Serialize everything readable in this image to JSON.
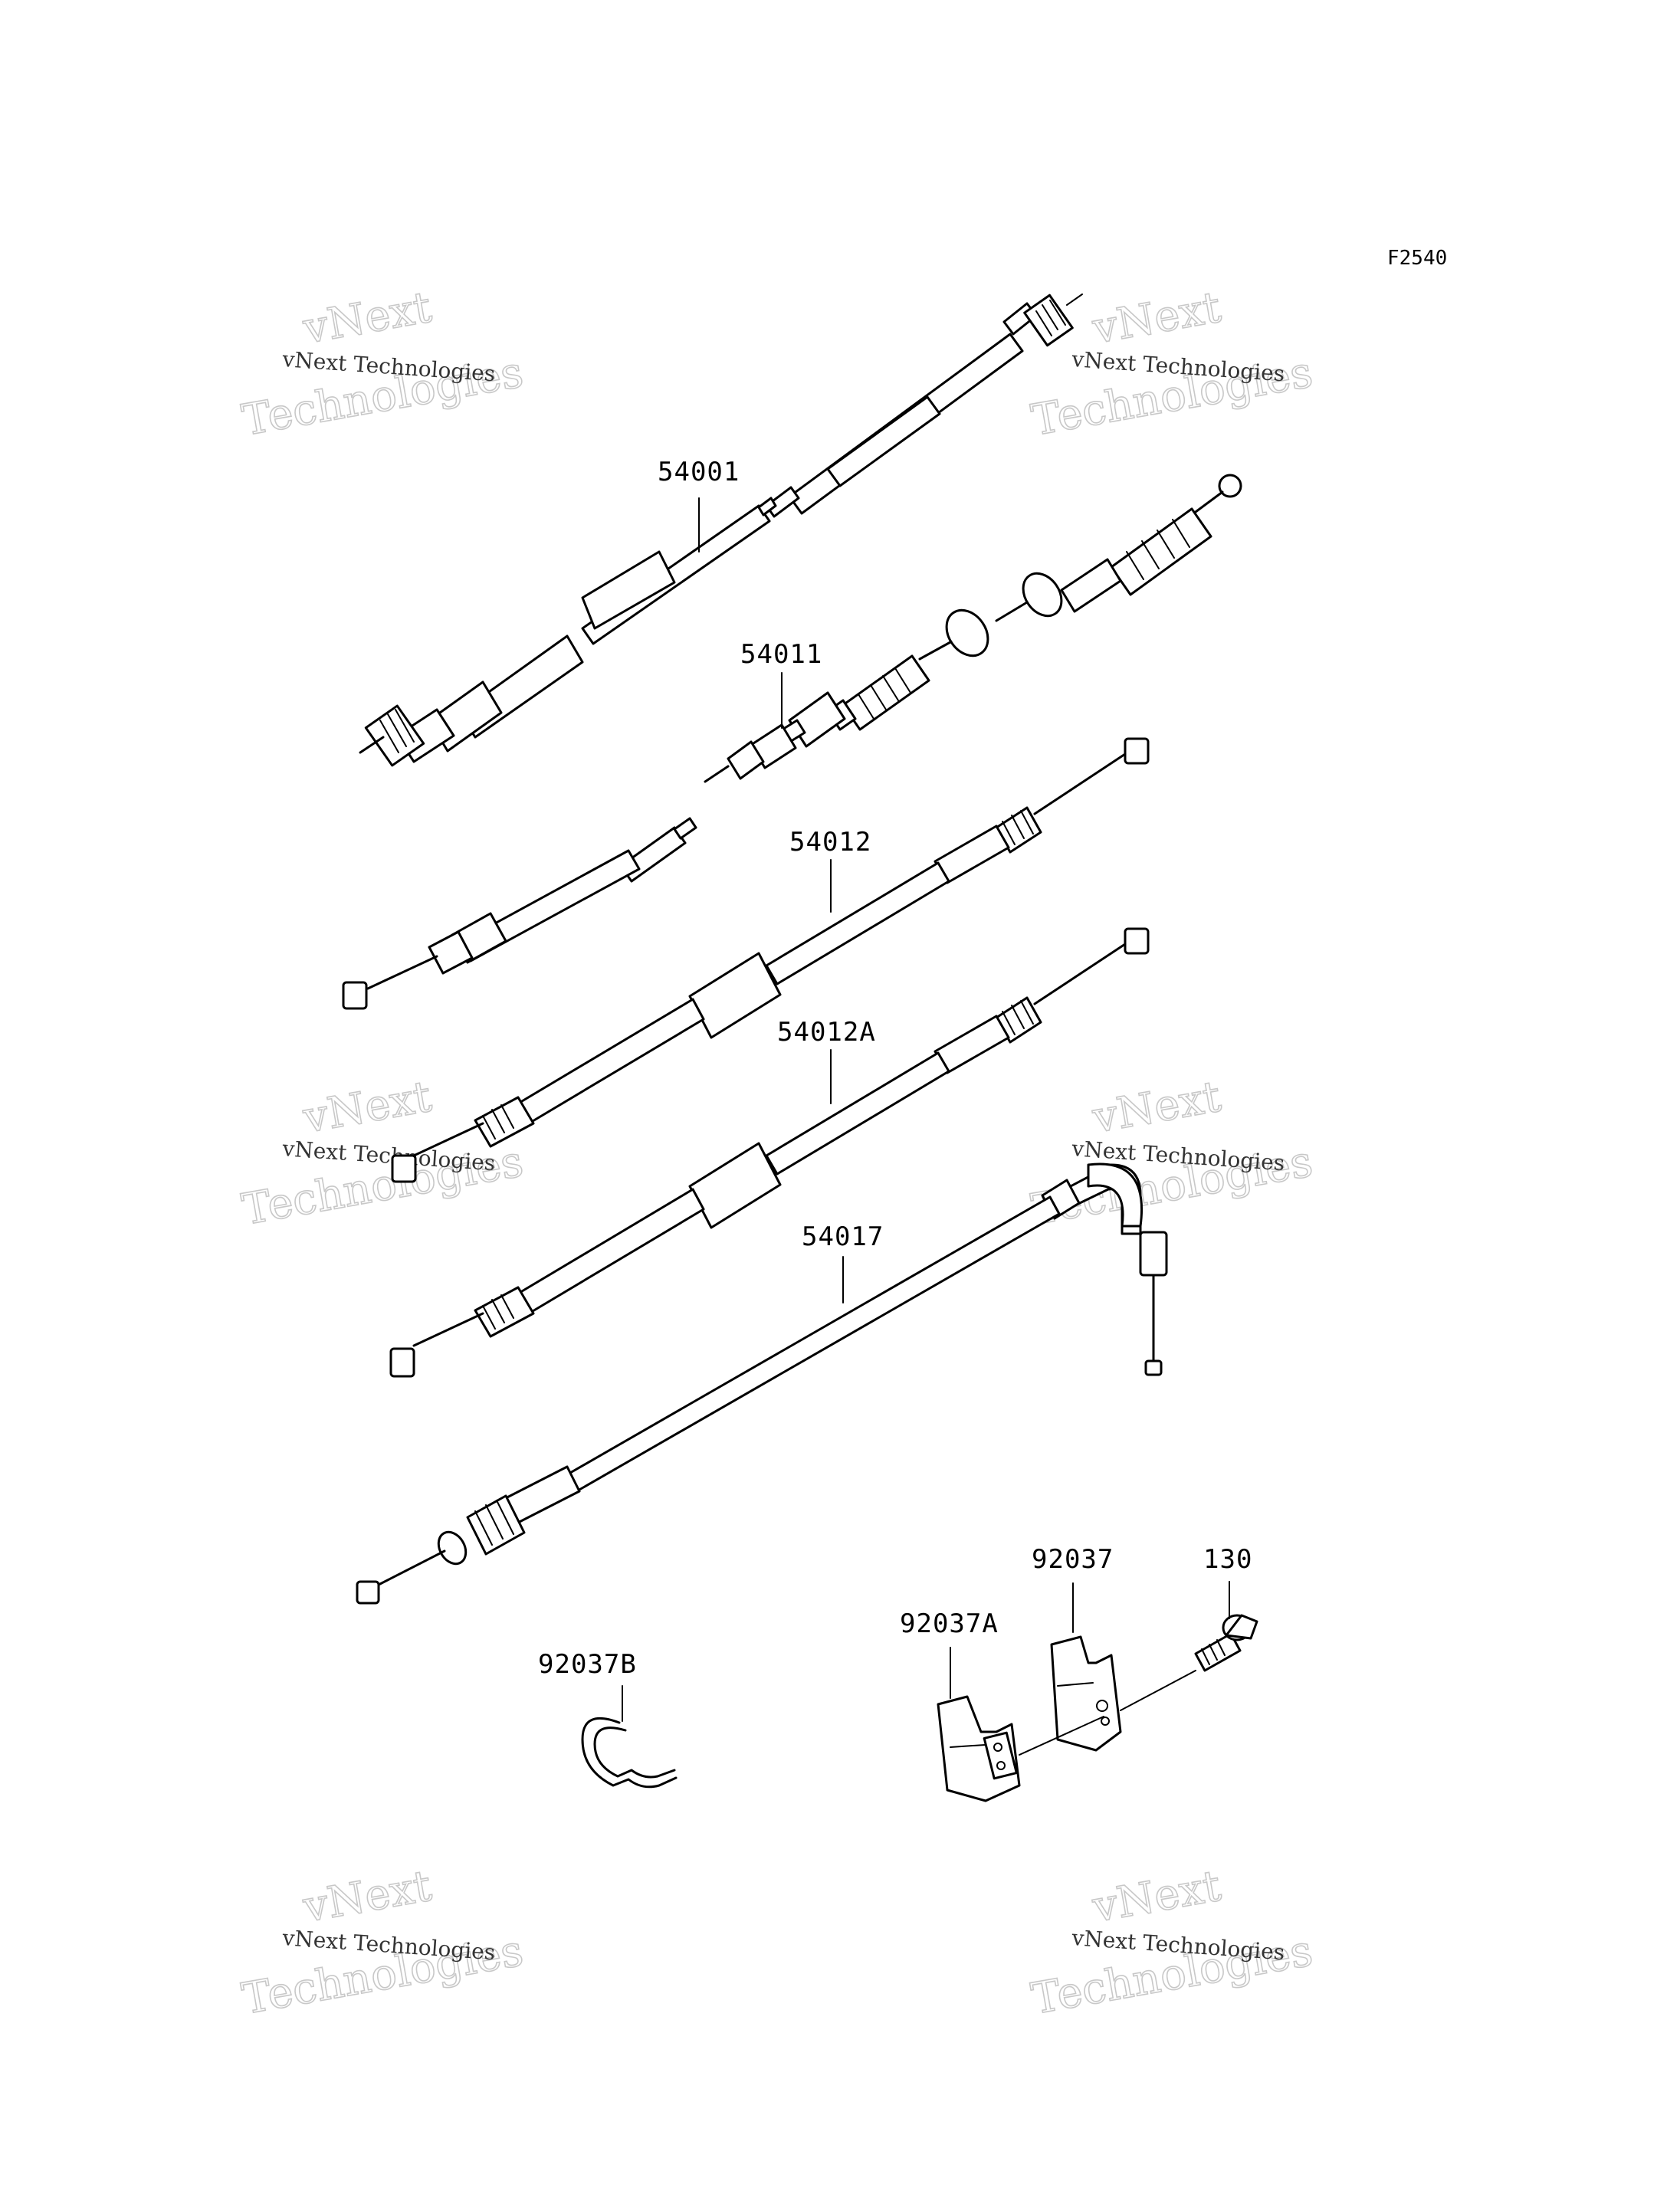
{
  "figure_code": "F2540",
  "watermark": {
    "line1": "vNext Technologies",
    "big_top": "vNext",
    "big_bottom": "Technologies"
  },
  "parts": {
    "p54001": "54001",
    "p54011": "54011",
    "p54012": "54012",
    "p54012A": "54012A",
    "p54017": "54017",
    "p92037": "92037",
    "p92037A": "92037A",
    "p92037B": "92037B",
    "p130": "130"
  }
}
